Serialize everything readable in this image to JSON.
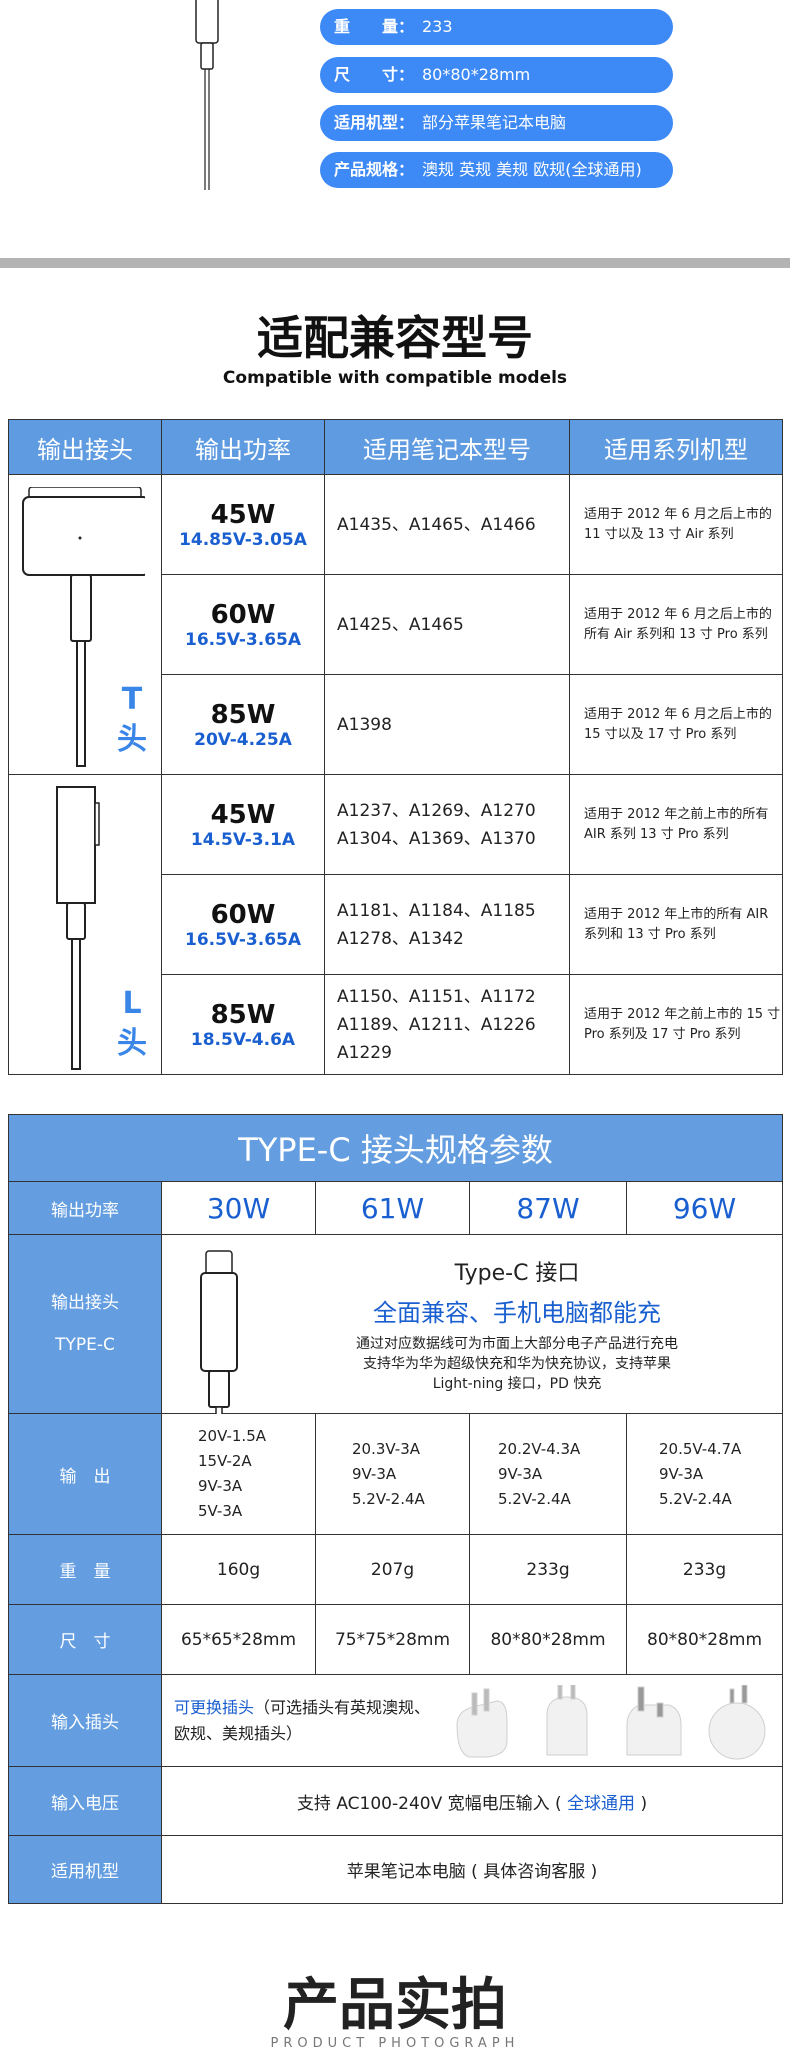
{
  "specs": [
    {
      "label": "重　　量：",
      "value": "233"
    },
    {
      "label": "尺　　寸：",
      "value": "80*80*28mm"
    },
    {
      "label": "适用机型：",
      "value": "部分苹果笔记本电脑"
    },
    {
      "label": "产品规格：",
      "value": "澳规 英规 美规 欧规(全球通用)"
    }
  ],
  "compat": {
    "title": "适配兼容型号",
    "subtitle": "Compatible with compatible models",
    "headers": [
      "输出接头",
      "输出功率",
      "适用笔记本型号",
      "适用系列机型"
    ],
    "groups": [
      {
        "name": "T",
        "suffix": "头"
      },
      {
        "name": "L",
        "suffix": "头"
      }
    ],
    "rows": [
      {
        "watt": "45W",
        "volt": "14.85V-3.05A",
        "models": "A1435、A1465、A1466",
        "series": "适用于 2012 年 6 月之后上市的 11 寸以及 13 寸 Air 系列"
      },
      {
        "watt": "60W",
        "volt": "16.5V-3.65A",
        "models": "A1425、A1465",
        "series": "适用于 2012 年 6 月之后上市的所有 Air 系列和 13 寸 Pro 系列"
      },
      {
        "watt": "85W",
        "volt": "20V-4.25A",
        "models": "A1398",
        "series": "适用于 2012 年 6 月之后上市的 15 寸以及 17 寸 Pro 系列"
      },
      {
        "watt": "45W",
        "volt": "14.5V-3.1A",
        "models": "A1237、A1269、A1270 A1304、A1369、A1370",
        "series": "适用于 2012 年之前上市的所有 AIR 系列 13 寸 Pro 系列"
      },
      {
        "watt": "60W",
        "volt": "16.5V-3.65A",
        "models": "A1181、A1184、A1185 A1278、A1342",
        "series": "适用于 2012 年上市的所有 AIR 系列和 13 寸 Pro 系列"
      },
      {
        "watt": "85W",
        "volt": "18.5V-4.6A",
        "models": "A1150、A1151、A1172 A1189、A1211、A1226 A1229",
        "series": "适用于 2012 年之前上市的 15 寸 Pro 系列及 17 寸 Pro 系列"
      }
    ]
  },
  "typec": {
    "title": "TYPE-C 接头规格参数",
    "labels": {
      "power": "输出功率",
      "connector": "输出接头",
      "connector2": "TYPE-C",
      "output": "输　出",
      "weight": "重　量",
      "size": "尺　寸",
      "plug": "输入插头",
      "voltage": "输入电压",
      "model": "适用机型"
    },
    "powers": [
      "30W",
      "61W",
      "87W",
      "96W"
    ],
    "conn_title": "Type-C 接口",
    "conn_slogan": "全面兼容、手机电脑都能充",
    "conn_desc": [
      "通过对应数据线可为市面上大部分电子产品进行充电",
      "支持华为华为超级快充和华为快充协议，支持苹果",
      "Light-ning 接口，PD 快充"
    ],
    "outputs": [
      [
        "20V-1.5A",
        "15V-2A",
        "9V-3A",
        "5V-3A"
      ],
      [
        "20.3V-3A",
        "9V-3A",
        "5.2V-2.4A"
      ],
      [
        "20.2V-4.3A",
        "9V-3A",
        "5.2V-2.4A"
      ],
      [
        "20.5V-4.7A",
        "9V-3A",
        "5.2V-2.4A"
      ]
    ],
    "weights": [
      "160g",
      "207g",
      "233g",
      "233g"
    ],
    "sizes": [
      "65*65*28mm",
      "75*75*28mm",
      "80*80*28mm",
      "80*80*28mm"
    ],
    "plug_highlight": "可更换插头",
    "plug_text": "（可选插头有英规澳规、欧规、美规插头）",
    "voltage_pre": "支持 AC100-240V 宽幅电压输入 (",
    "voltage_highlight": "全球通用",
    "voltage_post": ")",
    "model_text": "苹果笔记本电脑 ( 具体咨询客服 )"
  },
  "photo": {
    "title": "产品实拍",
    "subtitle": "PRODUCT PHOTOGRAPH"
  }
}
